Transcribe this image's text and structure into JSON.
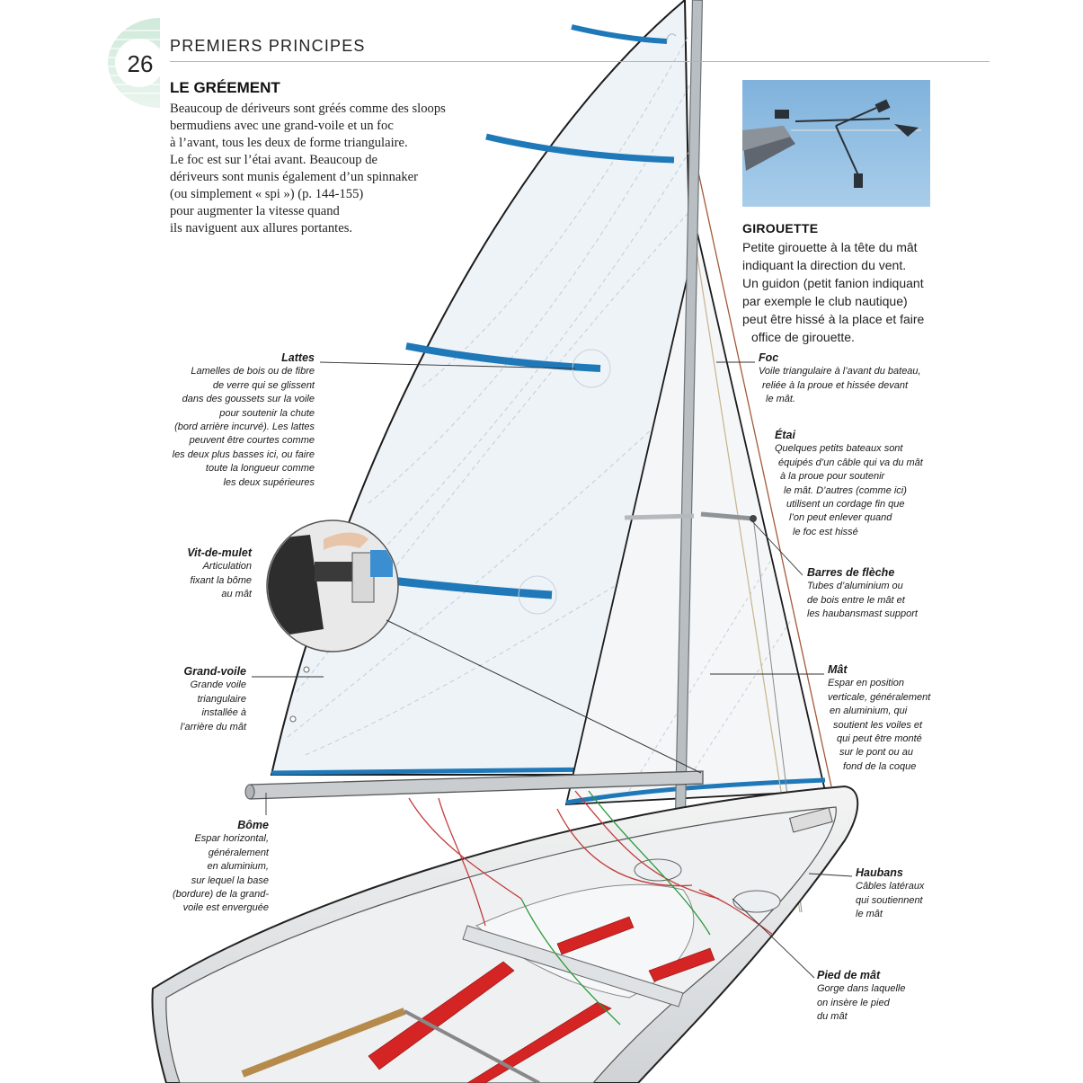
{
  "header": {
    "page_number": "26",
    "section": "PREMIERS PRINCIPES"
  },
  "article": {
    "title": "LE GRÉEMENT",
    "intro_lines": [
      "Beaucoup de dériveurs sont gréés comme des sloops",
      "bermudiens avec une grand-voile et un foc",
      "à l’avant, tous les deux de forme triangulaire.",
      "Le foc est sur l’étai avant. Beaucoup de",
      "dériveurs sont munis également d’un spinnaker",
      "(ou simplement « spi ») (p. 144-155)",
      "pour augmenter la vitesse quand",
      "ils naviguent aux allures portantes."
    ]
  },
  "girouette": {
    "title": "GIROUETTE",
    "lines": [
      "Petite girouette à la tête du mât",
      "indiquant la direction du vent.",
      "Un guidon (petit fanion indiquant",
      "par exemple le club nautique)",
      "peut être hissé à la place et faire",
      "office de girouette."
    ]
  },
  "labels": {
    "lattes": {
      "title": "Lattes",
      "lines": [
        "Lamelles de bois ou de fibre",
        "de verre qui se glissent",
        "dans des goussets sur la voile",
        "pour soutenir la chute",
        "(bord arrière incurvé). Les lattes",
        "peuvent être courtes comme",
        "les deux plus basses ici, ou faire",
        "toute la longueur comme",
        "les deux supérieures"
      ]
    },
    "vit": {
      "title": "Vit-de-mulet",
      "lines": [
        "Articulation",
        "fixant la bôme",
        "au mât"
      ]
    },
    "grandvoile": {
      "title": "Grand-voile",
      "lines": [
        "Grande voile",
        "triangulaire",
        "installée à",
        "l’arrière du mât"
      ]
    },
    "bome": {
      "title": "Bôme",
      "lines": [
        "Espar horizontal,",
        "généralement",
        "en aluminium,",
        "sur lequel la base",
        "(bordure) de la grand-",
        "voile est enverguée"
      ]
    },
    "foc": {
      "title": "Foc",
      "lines": [
        "Voile triangulaire à l’avant du bateau,",
        "reliée à la proue et hissée devant",
        "le mât."
      ]
    },
    "etai": {
      "title": "Étai",
      "lines": [
        "Quelques petits bateaux sont",
        "équipés d’un câble qui va du mât",
        "à la proue pour soutenir",
        "le mât. D’autres (comme ici)",
        "utilisent un cordage fin que",
        "l’on peut enlever quand",
        "le foc est hissé"
      ]
    },
    "barres": {
      "title": "Barres de flèche",
      "lines": [
        "Tubes d’aluminium ou",
        "de bois entre le mât et",
        "les haubansmast support"
      ]
    },
    "mat": {
      "title": "Mât",
      "lines": [
        "Espar en position",
        "verticale, généralement",
        "en aluminium, qui",
        "soutient les voiles et",
        "qui peut être monté",
        "sur le pont ou au",
        "fond de la coque"
      ]
    },
    "haubans": {
      "title": "Haubans",
      "lines": [
        "Câbles latéraux",
        "qui soutiennent",
        "le mât"
      ]
    },
    "pied": {
      "title": "Pied de mât",
      "lines": [
        "Gorge dans laquelle",
        "on insère le pied",
        "du mât"
      ]
    }
  },
  "colors": {
    "accent_green": "#8ccaa8",
    "batten_blue": "#1f78b8",
    "sail_fill": "#eef3f8",
    "red_strip": "#d42424"
  }
}
